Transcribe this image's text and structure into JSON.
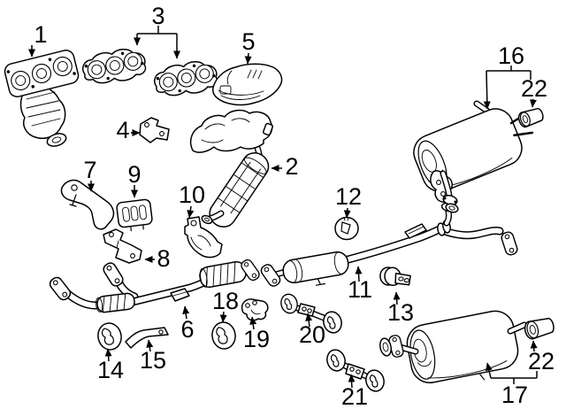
{
  "colors": {
    "background": "#ffffff",
    "line": "#000000"
  },
  "callouts": [
    {
      "id": "1",
      "label": "1"
    },
    {
      "id": "2",
      "label": "2"
    },
    {
      "id": "3",
      "label": "3"
    },
    {
      "id": "4",
      "label": "4"
    },
    {
      "id": "5",
      "label": "5"
    },
    {
      "id": "6",
      "label": "6"
    },
    {
      "id": "7",
      "label": "7"
    },
    {
      "id": "8",
      "label": "8"
    },
    {
      "id": "9",
      "label": "9"
    },
    {
      "id": "10",
      "label": "10"
    },
    {
      "id": "11",
      "label": "11"
    },
    {
      "id": "12",
      "label": "12"
    },
    {
      "id": "13",
      "label": "13"
    },
    {
      "id": "14",
      "label": "14"
    },
    {
      "id": "15",
      "label": "15"
    },
    {
      "id": "16",
      "label": "16"
    },
    {
      "id": "17",
      "label": "17"
    },
    {
      "id": "18",
      "label": "18"
    },
    {
      "id": "19",
      "label": "19"
    },
    {
      "id": "20",
      "label": "20"
    },
    {
      "id": "21",
      "label": "21"
    },
    {
      "id": "22-upper",
      "label": "22"
    },
    {
      "id": "22-lower",
      "label": "22"
    }
  ]
}
